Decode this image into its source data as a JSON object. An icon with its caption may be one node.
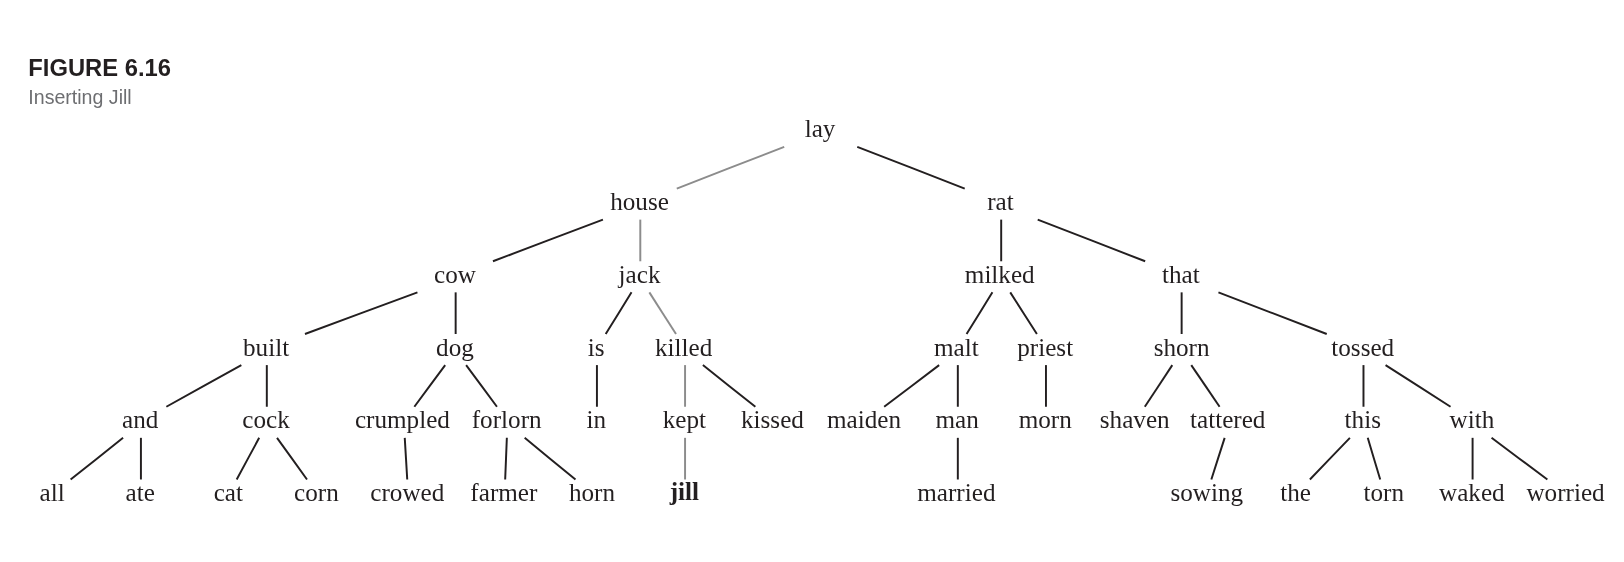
{
  "diagram": {
    "title": "FIGURE 6.16",
    "caption": "Inserting Jill",
    "nodes": [
      {
        "text": [
          "lay"
        ]
      },
      {
        "text": [
          "house"
        ]
      },
      {
        "text": [
          "rat"
        ]
      },
      {
        "text": [
          "cow"
        ]
      },
      {
        "text": [
          "jack"
        ]
      },
      {
        "text": [
          "milked"
        ]
      },
      {
        "text": [
          "that"
        ]
      },
      {
        "text": [
          "built"
        ]
      },
      {
        "text": [
          "dog"
        ]
      },
      {
        "text": [
          "is"
        ]
      },
      {
        "text": [
          "killed"
        ]
      },
      {
        "text": [
          "malt"
        ]
      },
      {
        "text": [
          "priest"
        ]
      },
      {
        "text": [
          "shorn"
        ]
      },
      {
        "text": [
          "tossed"
        ]
      },
      {
        "text": [
          "and"
        ]
      },
      {
        "text": [
          "cock"
        ]
      },
      {
        "text": [
          "crumpled"
        ]
      },
      {
        "text": [
          "forlorn"
        ]
      },
      {
        "text": [
          "in"
        ]
      },
      {
        "text": [
          "kept"
        ]
      },
      {
        "text": [
          "kissed"
        ]
      },
      {
        "text": [
          "maiden"
        ]
      },
      {
        "text": [
          "man"
        ]
      },
      {
        "text": [
          "morn"
        ]
      },
      {
        "text": [
          "shaven"
        ]
      },
      {
        "text": [
          "tattered"
        ]
      },
      {
        "text": [
          "this"
        ]
      },
      {
        "text": [
          "with"
        ]
      },
      {
        "text": [
          "all"
        ]
      },
      {
        "text": [
          "ate"
        ]
      },
      {
        "text": [
          "cat"
        ]
      },
      {
        "text": [
          "corn"
        ]
      },
      {
        "text": [
          "crowed"
        ]
      },
      {
        "text": [
          "farmer"
        ]
      },
      {
        "text": [
          "horn"
        ]
      },
      {
        "text": [
          "jill"
        ]
      },
      {
        "text": [
          "married"
        ]
      },
      {
        "text": [
          "sowing"
        ]
      },
      {
        "text": [
          "the"
        ]
      },
      {
        "text": [
          "torn"
        ]
      },
      {
        "text": [
          "waked"
        ]
      },
      {
        "text": [
          "worried"
        ]
      }
    ],
    "edges": [
      {
        "from": 0,
        "to": 1,
        "arrow": "none",
        "color": "#8c8c8c"
      },
      {
        "from": 0,
        "to": 2,
        "arrow": "none"
      },
      {
        "from": 1,
        "to": 3,
        "arrow": "none"
      },
      {
        "from": 1,
        "to": 4,
        "arrow": "none",
        "color": "#8c8c8c"
      },
      {
        "from": 2,
        "to": 5,
        "arrow": "none"
      },
      {
        "from": 2,
        "to": 6,
        "arrow": "none"
      },
      {
        "from": 3,
        "to": 7,
        "arrow": "none"
      },
      {
        "from": 3,
        "to": 8,
        "arrow": "none"
      },
      {
        "from": 4,
        "to": 9,
        "arrow": "none"
      },
      {
        "from": 4,
        "to": 10,
        "arrow": "none",
        "color": "#8c8c8c"
      },
      {
        "from": 5,
        "to": 11,
        "arrow": "none"
      },
      {
        "from": 5,
        "to": 12,
        "arrow": "none"
      },
      {
        "from": 6,
        "to": 13,
        "arrow": "none"
      },
      {
        "from": 6,
        "to": 14,
        "arrow": "none"
      },
      {
        "from": 7,
        "to": 15,
        "arrow": "none"
      },
      {
        "from": 7,
        "to": 16,
        "arrow": "none"
      },
      {
        "from": 8,
        "to": 17,
        "arrow": "none"
      },
      {
        "from": 8,
        "to": 18,
        "arrow": "none"
      },
      {
        "from": 9,
        "to": 19,
        "arrow": "none"
      },
      {
        "from": 10,
        "to": 20,
        "arrow": "none",
        "color": "#8c8c8c"
      },
      {
        "from": 10,
        "to": 21,
        "arrow": "none"
      },
      {
        "from": 11,
        "to": 22,
        "arrow": "none"
      },
      {
        "from": 11,
        "to": 23,
        "arrow": "none"
      },
      {
        "from": 12,
        "to": 24,
        "arrow": "none"
      },
      {
        "from": 13,
        "to": 25,
        "arrow": "none"
      },
      {
        "from": 13,
        "to": 26,
        "arrow": "none"
      },
      {
        "from": 14,
        "to": 27,
        "arrow": "none"
      },
      {
        "from": 14,
        "to": 28,
        "arrow": "none"
      },
      {
        "from": 15,
        "to": 29,
        "arrow": "none"
      },
      {
        "from": 15,
        "to": 30,
        "arrow": "none"
      },
      {
        "from": 16,
        "to": 31,
        "arrow": "none"
      },
      {
        "from": 16,
        "to": 32,
        "arrow": "none"
      },
      {
        "from": 17,
        "to": 33,
        "arrow": "none"
      },
      {
        "from": 18,
        "to": 34,
        "arrow": "none"
      },
      {
        "from": 18,
        "to": 35,
        "arrow": "none"
      },
      {
        "from": 20,
        "to": 36,
        "arrow": "none",
        "color": "#8c8c8c"
      },
      {
        "from": 23,
        "to": 37,
        "arrow": "none"
      },
      {
        "from": 26,
        "to": 38,
        "arrow": "none"
      },
      {
        "from": 27,
        "to": 39,
        "arrow": "none"
      },
      {
        "from": 27,
        "to": 40,
        "arrow": "none"
      },
      {
        "from": 28,
        "to": 41,
        "arrow": "none"
      },
      {
        "from": 28,
        "to": 42,
        "arrow": "none"
      }
    ]
  }
}
